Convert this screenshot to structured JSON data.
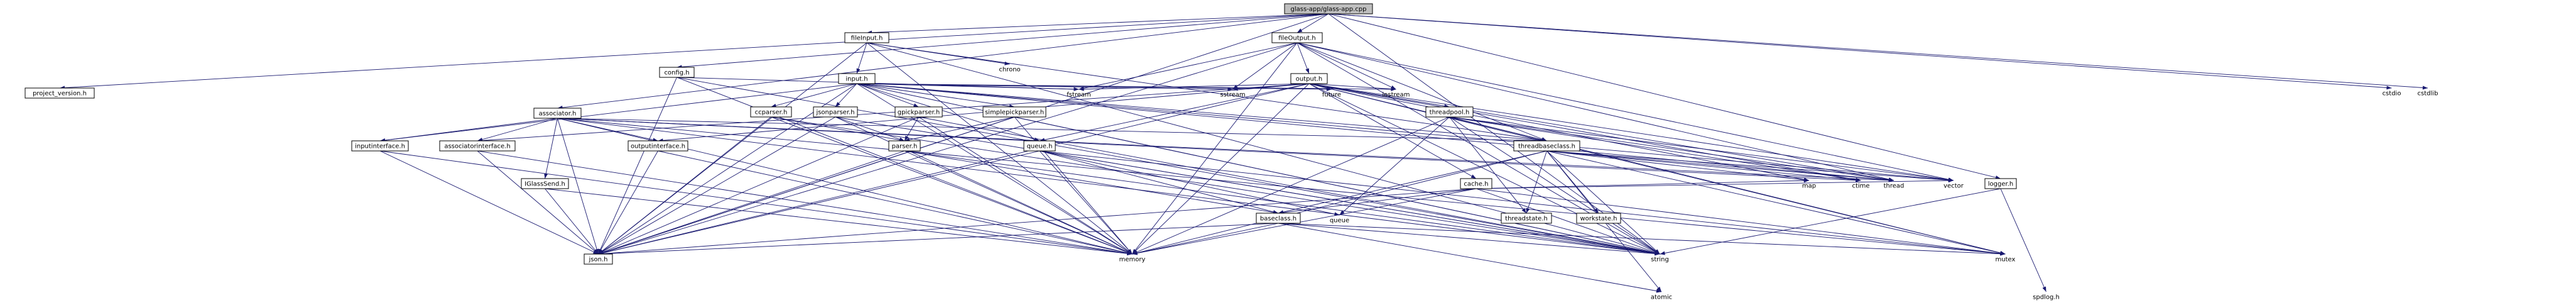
{
  "nodes": [
    {
      "id": "glass-app",
      "label": "glass-app/glass-app.cpp",
      "kind": "root"
    },
    {
      "id": "project_version",
      "label": "project_version.h",
      "kind": "header"
    },
    {
      "id": "fileInput",
      "label": "fileInput.h",
      "kind": "header"
    },
    {
      "id": "fileOutput",
      "label": "fileOutput.h",
      "kind": "header"
    },
    {
      "id": "config",
      "label": "config.h",
      "kind": "header"
    },
    {
      "id": "input",
      "label": "input.h",
      "kind": "header"
    },
    {
      "id": "output",
      "label": "output.h",
      "kind": "header"
    },
    {
      "id": "associator",
      "label": "associator.h",
      "kind": "header"
    },
    {
      "id": "ccparser",
      "label": "ccparser.h",
      "kind": "header"
    },
    {
      "id": "jsonparser",
      "label": "jsonparser.h",
      "kind": "header"
    },
    {
      "id": "gpickparser",
      "label": "gpickparser.h",
      "kind": "header"
    },
    {
      "id": "simplepickparser",
      "label": "simplepickparser.h",
      "kind": "header"
    },
    {
      "id": "threadpool",
      "label": "threadpool.h",
      "kind": "header"
    },
    {
      "id": "inputinterface",
      "label": "inputinterface.h",
      "kind": "header"
    },
    {
      "id": "associatorinterface",
      "label": "associatorinterface.h",
      "kind": "header"
    },
    {
      "id": "outputinterface",
      "label": "outputinterface.h",
      "kind": "header"
    },
    {
      "id": "parser",
      "label": "parser.h",
      "kind": "header"
    },
    {
      "id": "queue",
      "label": "queue.h",
      "kind": "header"
    },
    {
      "id": "threadbaseclass",
      "label": "threadbaseclass.h",
      "kind": "header"
    },
    {
      "id": "cache",
      "label": "cache.h",
      "kind": "header"
    },
    {
      "id": "IGlassSend",
      "label": "IGlassSend.h",
      "kind": "header"
    },
    {
      "id": "baseclass",
      "label": "baseclass.h",
      "kind": "header"
    },
    {
      "id": "threadstate",
      "label": "threadstate.h",
      "kind": "header"
    },
    {
      "id": "workstate",
      "label": "workstate.h",
      "kind": "header"
    },
    {
      "id": "logger",
      "label": "logger.h",
      "kind": "header"
    },
    {
      "id": "json",
      "label": "json.h",
      "kind": "header"
    },
    {
      "id": "memory",
      "label": "memory",
      "kind": "system"
    },
    {
      "id": "string",
      "label": "string",
      "kind": "system"
    },
    {
      "id": "mutex",
      "label": "mutex",
      "kind": "system"
    },
    {
      "id": "spdlog",
      "label": "spdlog.h",
      "kind": "system"
    },
    {
      "id": "atomic",
      "label": "atomic",
      "kind": "system"
    },
    {
      "id": "chrono",
      "label": "chrono",
      "kind": "system"
    },
    {
      "id": "fstream",
      "label": "fstream",
      "kind": "system"
    },
    {
      "id": "sstream",
      "label": "sstream",
      "kind": "system"
    },
    {
      "id": "future",
      "label": "future",
      "kind": "system"
    },
    {
      "id": "iostream",
      "label": "iostream",
      "kind": "system"
    },
    {
      "id": "queue_std",
      "label": "queue",
      "kind": "system"
    },
    {
      "id": "map",
      "label": "map",
      "kind": "system"
    },
    {
      "id": "ctime",
      "label": "ctime",
      "kind": "system"
    },
    {
      "id": "thread",
      "label": "thread",
      "kind": "system"
    },
    {
      "id": "vector",
      "label": "vector",
      "kind": "system"
    },
    {
      "id": "cstdio",
      "label": "cstdio",
      "kind": "system"
    },
    {
      "id": "cstdlib",
      "label": "cstdlib",
      "kind": "system"
    }
  ],
  "edges": [
    [
      "glass-app",
      "project_version"
    ],
    [
      "glass-app",
      "fileInput"
    ],
    [
      "glass-app",
      "fileOutput"
    ],
    [
      "glass-app",
      "config"
    ],
    [
      "glass-app",
      "associator"
    ],
    [
      "glass-app",
      "json"
    ],
    [
      "glass-app",
      "string"
    ],
    [
      "glass-app",
      "logger"
    ],
    [
      "glass-app",
      "cstdio"
    ],
    [
      "glass-app",
      "cstdlib"
    ],
    [
      "fileInput",
      "input"
    ],
    [
      "fileInput",
      "chrono"
    ],
    [
      "fileInput",
      "string"
    ],
    [
      "fileInput",
      "json"
    ],
    [
      "fileInput",
      "threadbaseclass"
    ],
    [
      "fileInput",
      "memory"
    ],
    [
      "fileOutput",
      "output"
    ],
    [
      "fileOutput",
      "fstream"
    ],
    [
      "fileOutput",
      "sstream"
    ],
    [
      "fileOutput",
      "iostream"
    ],
    [
      "fileOutput",
      "string"
    ],
    [
      "fileOutput",
      "threadbaseclass"
    ],
    [
      "fileOutput",
      "thread"
    ],
    [
      "fileOutput",
      "vector"
    ],
    [
      "fileOutput",
      "json"
    ],
    [
      "fileOutput",
      "memory"
    ],
    [
      "config",
      "json"
    ],
    [
      "config",
      "string"
    ],
    [
      "config",
      "memory"
    ],
    [
      "config",
      "fstream"
    ],
    [
      "input",
      "inputinterface"
    ],
    [
      "input",
      "ccparser"
    ],
    [
      "input",
      "jsonparser"
    ],
    [
      "input",
      "gpickparser"
    ],
    [
      "input",
      "simplepickparser"
    ],
    [
      "input",
      "queue"
    ],
    [
      "input",
      "threadbaseclass"
    ],
    [
      "input",
      "json"
    ],
    [
      "input",
      "fstream"
    ],
    [
      "input",
      "sstream"
    ],
    [
      "input",
      "future"
    ],
    [
      "input",
      "iostream"
    ],
    [
      "input",
      "memory"
    ],
    [
      "input",
      "string"
    ],
    [
      "input",
      "thread"
    ],
    [
      "input",
      "vector"
    ],
    [
      "output",
      "outputinterface"
    ],
    [
      "output",
      "associatorinterface"
    ],
    [
      "output",
      "threadpool"
    ],
    [
      "output",
      "threadbaseclass"
    ],
    [
      "output",
      "cache"
    ],
    [
      "output",
      "queue"
    ],
    [
      "output",
      "json"
    ],
    [
      "output",
      "fstream"
    ],
    [
      "output",
      "sstream"
    ],
    [
      "output",
      "future"
    ],
    [
      "output",
      "iostream"
    ],
    [
      "output",
      "memory"
    ],
    [
      "output",
      "string"
    ],
    [
      "output",
      "thread"
    ],
    [
      "output",
      "vector"
    ],
    [
      "output",
      "mutex"
    ],
    [
      "output",
      "ctime"
    ],
    [
      "output",
      "map"
    ],
    [
      "associator",
      "inputinterface"
    ],
    [
      "associator",
      "associatorinterface"
    ],
    [
      "associator",
      "outputinterface"
    ],
    [
      "associator",
      "IGlassSend"
    ],
    [
      "associator",
      "json"
    ],
    [
      "associator",
      "memory"
    ],
    [
      "associator",
      "threadbaseclass"
    ],
    [
      "associator",
      "queue"
    ],
    [
      "associator",
      "string"
    ],
    [
      "associator",
      "thread"
    ],
    [
      "associator",
      "mutex"
    ],
    [
      "associator",
      "ctime"
    ],
    [
      "ccparser",
      "parser"
    ],
    [
      "ccparser",
      "json"
    ],
    [
      "ccparser",
      "memory"
    ],
    [
      "ccparser",
      "string"
    ],
    [
      "jsonparser",
      "parser"
    ],
    [
      "jsonparser",
      "json"
    ],
    [
      "jsonparser",
      "memory"
    ],
    [
      "jsonparser",
      "string"
    ],
    [
      "gpickparser",
      "parser"
    ],
    [
      "gpickparser",
      "json"
    ],
    [
      "gpickparser",
      "memory"
    ],
    [
      "gpickparser",
      "string"
    ],
    [
      "simplepickparser",
      "parser"
    ],
    [
      "simplepickparser",
      "json"
    ],
    [
      "simplepickparser",
      "memory"
    ],
    [
      "simplepickparser",
      "string"
    ],
    [
      "threadpool",
      "threadbaseclass"
    ],
    [
      "threadpool",
      "threadstate"
    ],
    [
      "threadpool",
      "thread"
    ],
    [
      "threadpool",
      "vector"
    ],
    [
      "threadpool",
      "queue_std"
    ],
    [
      "threadpool",
      "mutex"
    ],
    [
      "threadpool",
      "ctime"
    ],
    [
      "threadpool",
      "string"
    ],
    [
      "threadpool",
      "memory"
    ],
    [
      "inputinterface",
      "json"
    ],
    [
      "inputinterface",
      "memory"
    ],
    [
      "associatorinterface",
      "json"
    ],
    [
      "associatorinterface",
      "memory"
    ],
    [
      "outputinterface",
      "json"
    ],
    [
      "outputinterface",
      "memory"
    ],
    [
      "parser",
      "baseclass"
    ],
    [
      "parser",
      "json"
    ],
    [
      "parser",
      "memory"
    ],
    [
      "parser",
      "string"
    ],
    [
      "queue",
      "baseclass"
    ],
    [
      "queue_std",
      "queue_std"
    ],
    [
      "queue",
      "json"
    ],
    [
      "queue",
      "memory"
    ],
    [
      "queue",
      "string"
    ],
    [
      "queue",
      "mutex"
    ],
    [
      "queue",
      "queue_std"
    ],
    [
      "threadbaseclass",
      "baseclass"
    ],
    [
      "threadbaseclass",
      "threadstate"
    ],
    [
      "threadbaseclass",
      "workstate"
    ],
    [
      "threadbaseclass",
      "thread"
    ],
    [
      "threadbaseclass",
      "mutex"
    ],
    [
      "threadbaseclass",
      "map"
    ],
    [
      "threadbaseclass",
      "ctime"
    ],
    [
      "threadbaseclass",
      "string"
    ],
    [
      "threadbaseclass",
      "vector"
    ],
    [
      "threadbaseclass",
      "memory"
    ],
    [
      "threadbaseclass",
      "atomic"
    ],
    [
      "cache",
      "baseclass"
    ],
    [
      "cache",
      "json"
    ],
    [
      "cache",
      "memory"
    ],
    [
      "cache",
      "string"
    ],
    [
      "cache",
      "mutex"
    ],
    [
      "cache",
      "map"
    ],
    [
      "cache",
      "vector"
    ],
    [
      "IGlassSend",
      "json"
    ],
    [
      "IGlassSend",
      "memory"
    ],
    [
      "baseclass",
      "json"
    ],
    [
      "baseclass",
      "memory"
    ],
    [
      "baseclass",
      "string"
    ],
    [
      "baseclass",
      "mutex"
    ],
    [
      "baseclass",
      "atomic"
    ],
    [
      "logger",
      "spdlog"
    ],
    [
      "logger",
      "string"
    ]
  ]
}
